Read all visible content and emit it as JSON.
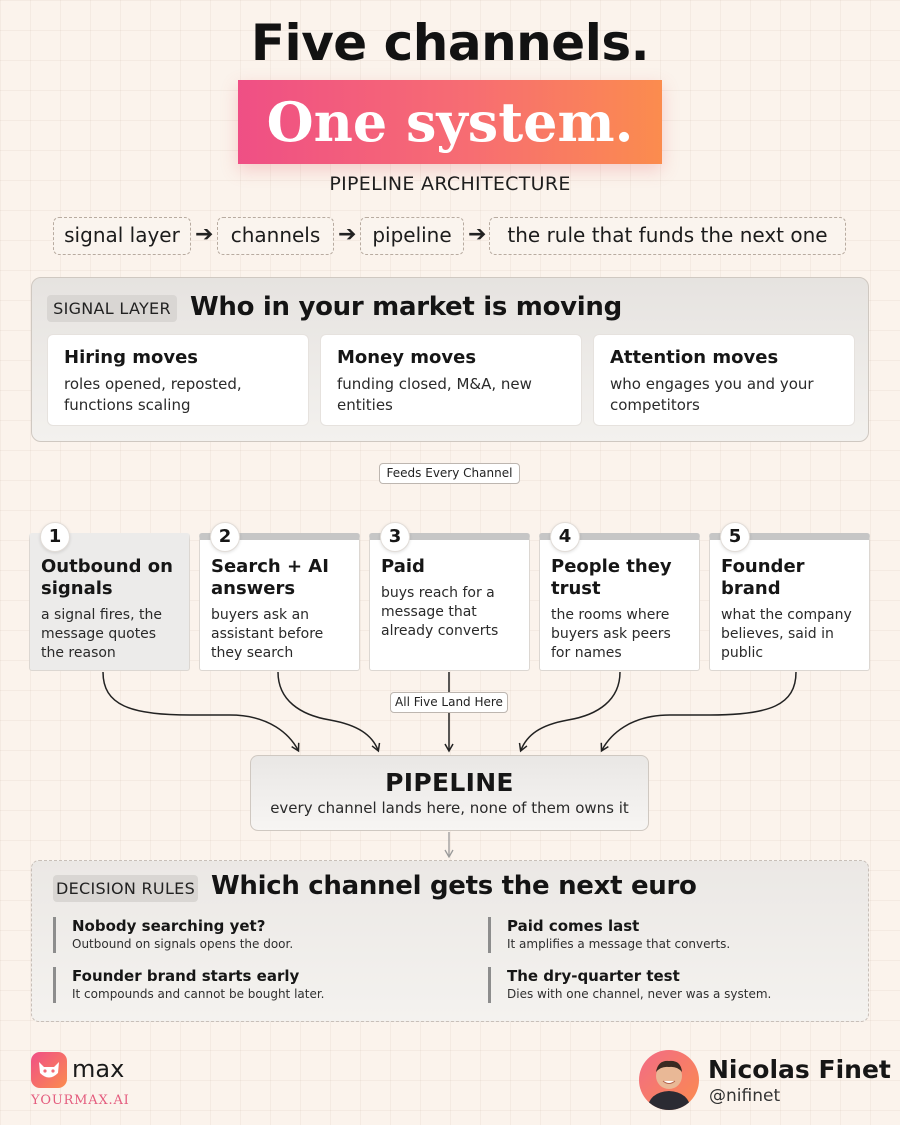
{
  "header": {
    "title_line1": "Five channels.",
    "title_line2": "One system.",
    "subtitle": "PIPELINE ARCHITECTURE"
  },
  "flow": [
    {
      "label": "signal layer"
    },
    {
      "label": "channels"
    },
    {
      "label": "pipeline"
    },
    {
      "label": "the rule that funds the next one"
    }
  ],
  "signal_layer": {
    "tag": "SIGNAL LAYER",
    "heading": "Who in your market is moving",
    "cards": [
      {
        "title": "Hiring moves",
        "desc": "roles opened, reposted, functions scaling"
      },
      {
        "title": "Money moves",
        "desc": "funding closed, M&A, new entities"
      },
      {
        "title": "Attention moves",
        "desc": "who engages you and your competitors"
      }
    ]
  },
  "feeds_label": "Feeds Every Channel",
  "channels": [
    {
      "num": "1",
      "title": "Outbound on signals",
      "desc": "a signal fires, the message quotes the reason"
    },
    {
      "num": "2",
      "title": "Search + AI answers",
      "desc": "buyers ask an assistant before they search"
    },
    {
      "num": "3",
      "title": "Paid",
      "desc": "buys reach for a message that already converts"
    },
    {
      "num": "4",
      "title": "People they trust",
      "desc": "the rooms where buyers ask peers for names"
    },
    {
      "num": "5",
      "title": "Founder brand",
      "desc": "what the company believes, said in public"
    }
  ],
  "land_label": "All Five Land Here",
  "pipeline": {
    "title": "PIPELINE",
    "desc": "every channel lands here, none of them owns it"
  },
  "decision_rules": {
    "tag": "DECISION RULES",
    "heading": "Which channel gets the next euro",
    "rules": [
      {
        "title": "Nobody searching yet?",
        "desc": "Outbound on signals opens the door."
      },
      {
        "title": "Founder brand starts early",
        "desc": "It compounds and cannot be bought later."
      },
      {
        "title": "Paid comes last",
        "desc": "It amplifies a message that converts."
      },
      {
        "title": "The dry-quarter test",
        "desc": "Dies with one channel, never was a system."
      }
    ]
  },
  "footer": {
    "logo_word": "max",
    "logo_url": "YOURMAX.AI",
    "author_name": "Nicolas Finet",
    "author_handle": "@nifinet"
  },
  "colors": {
    "accent_pink": "#ef4f85",
    "accent_orange": "#fb8c4e"
  }
}
